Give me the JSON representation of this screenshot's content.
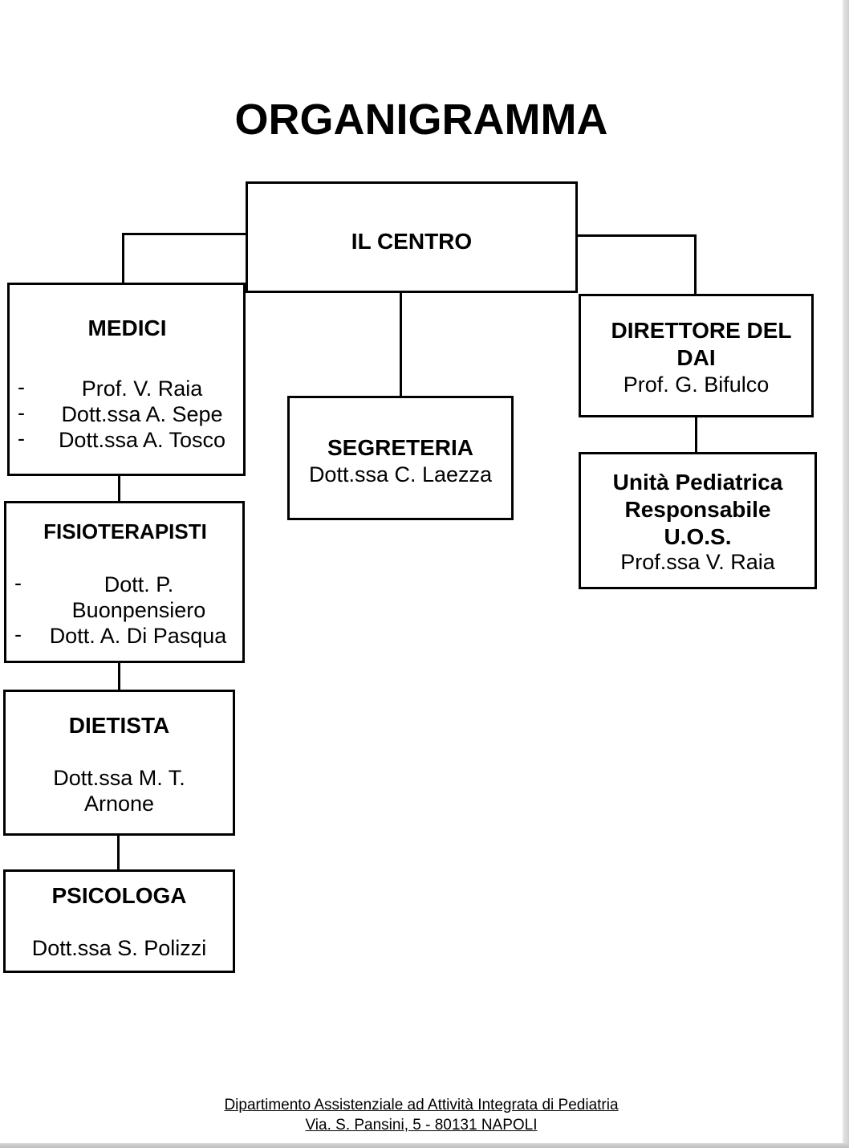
{
  "title": "ORGANIGRAMMA",
  "center": {
    "label": "IL CENTRO"
  },
  "medici": {
    "heading": "MEDICI",
    "members": [
      "Prof. V. Raia",
      "Dott.ssa A. Sepe",
      "Dott.ssa A. Tosco"
    ]
  },
  "fisioterapisti": {
    "heading": "FISIOTERAPISTI",
    "member1_line1": "Dott. P.",
    "member1_line2": "Buonpensiero",
    "member2": "Dott. A.  Di Pasqua"
  },
  "dietista": {
    "heading": "DIETISTA",
    "line1": "Dott.ssa M. T.",
    "line2": "Arnone"
  },
  "psicologa": {
    "heading": "PSICOLOGA",
    "member": "Dott.ssa S. Polizzi"
  },
  "segreteria": {
    "heading": "SEGRETERIA",
    "member": "Dott.ssa C. Laezza"
  },
  "direttore": {
    "line1": "DIRETTORE DEL",
    "line2": "DAI",
    "member": "Prof. G. Bifulco"
  },
  "unita": {
    "line1": "Unità Pediatrica",
    "line2": "Responsabile",
    "line3": "U.O.S.",
    "member": "Prof.ssa V. Raia"
  },
  "footer": {
    "line1": "Dipartimento Assistenziale ad Attività Integrata di Pediatria",
    "line2": "Via. S. Pansini, 5 - 80131 NAPOLI"
  }
}
